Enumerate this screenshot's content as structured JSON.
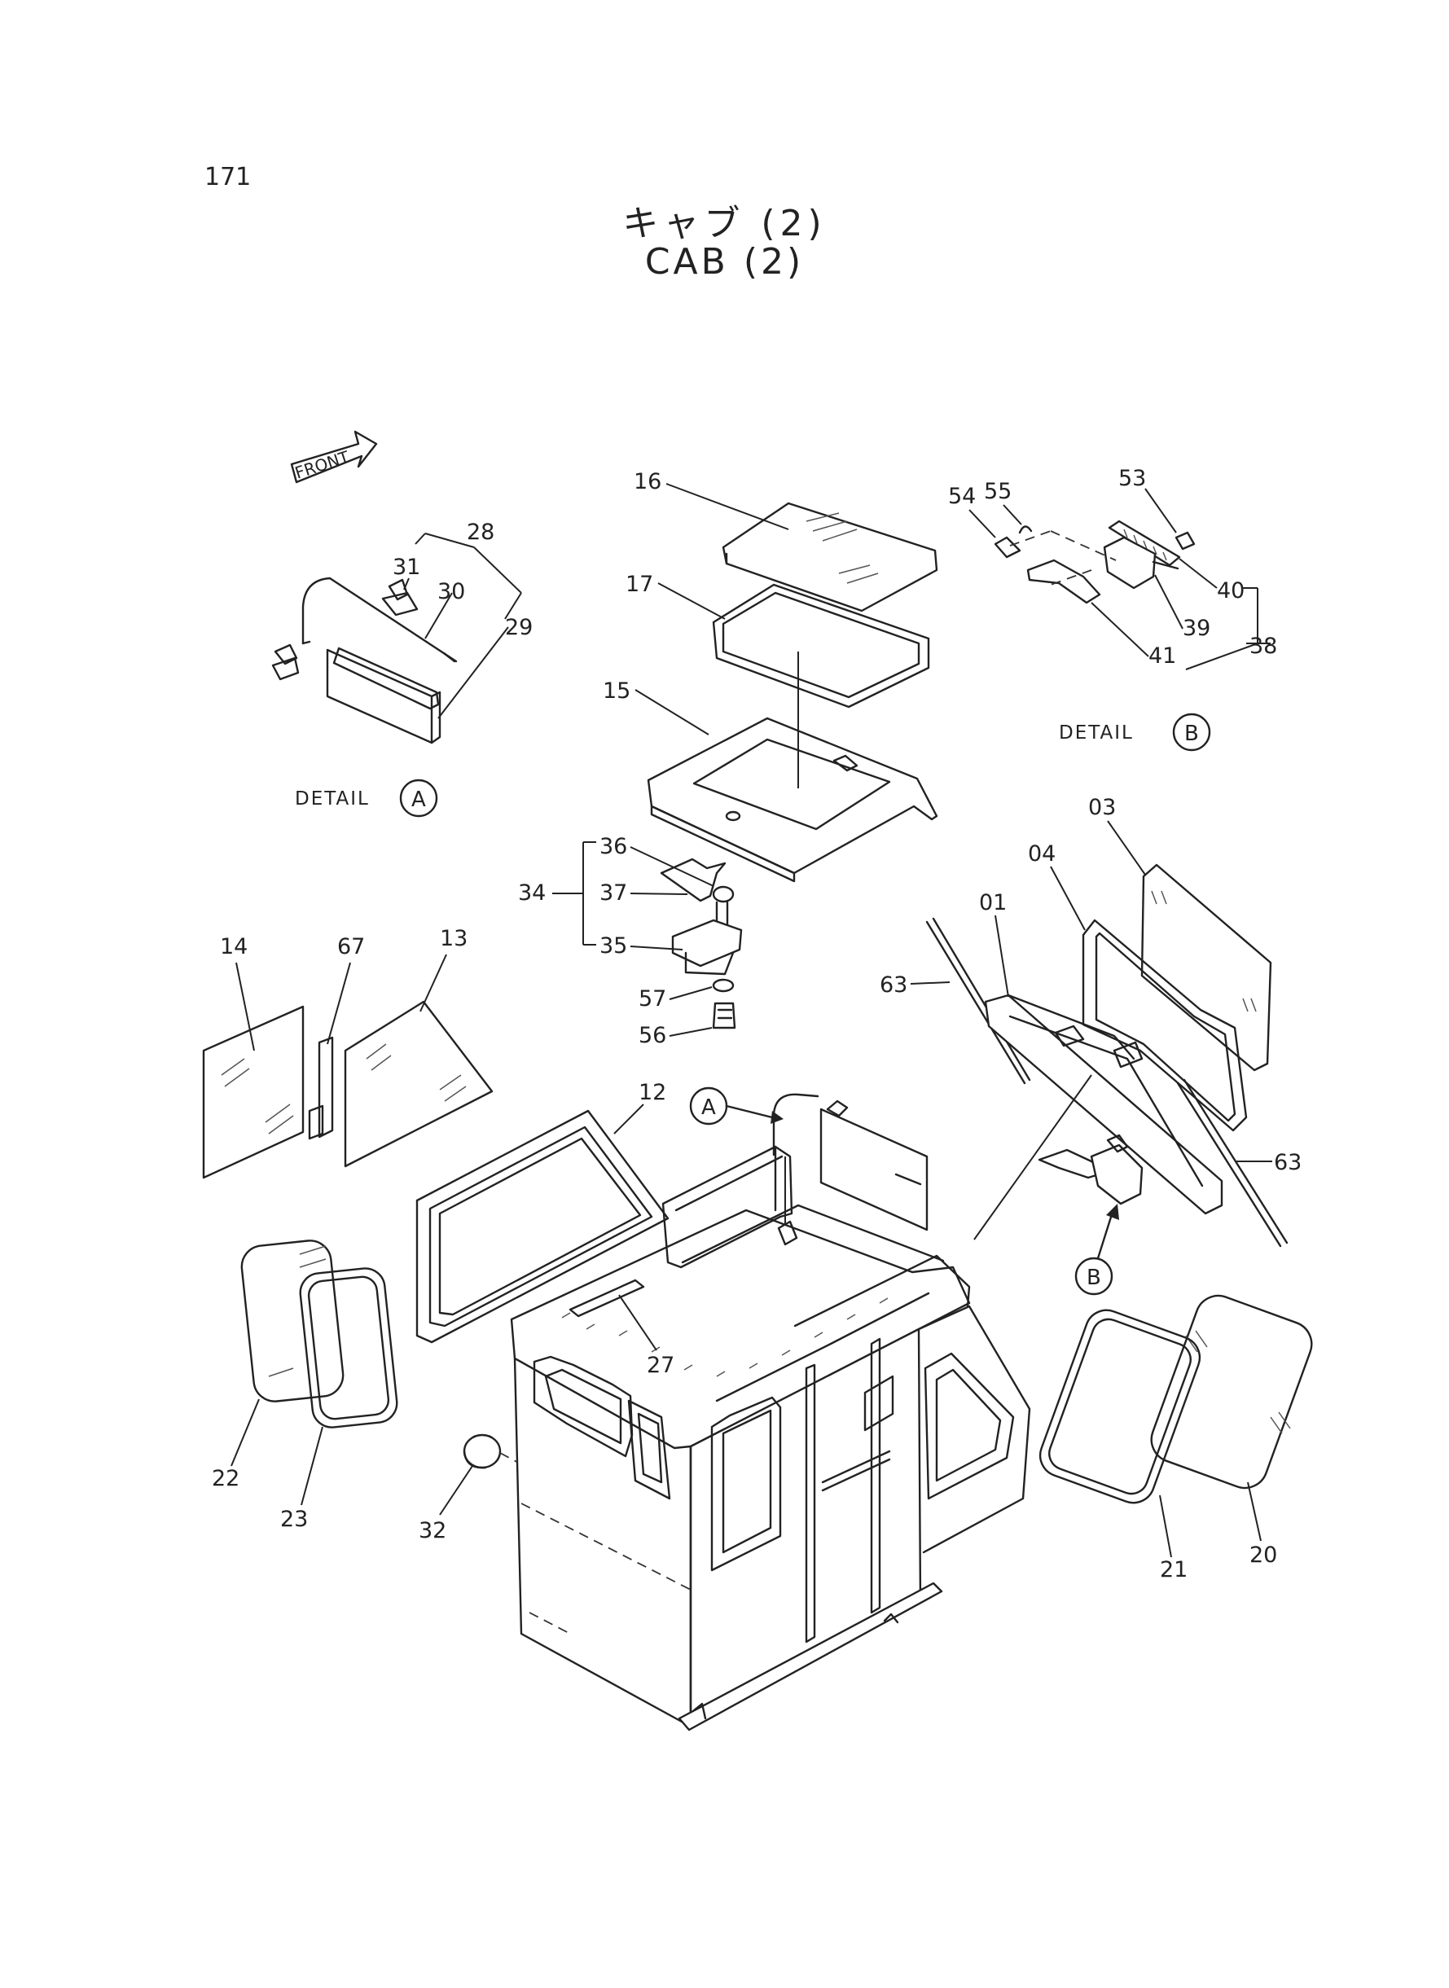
{
  "page_number": "171",
  "title_jp": "キャブ (2)",
  "title_en": "CAB (2)",
  "front_label": "FRONT",
  "detail_word": "DETAIL",
  "detail_a_letter": "A",
  "detail_b_letter": "B",
  "callout_a": "A",
  "callout_b": "B",
  "parts": {
    "p01": "01",
    "p03": "03",
    "p04": "04",
    "p12": "12",
    "p13": "13",
    "p14": "14",
    "p15": "15",
    "p16": "16",
    "p17": "17",
    "p20": "20",
    "p21": "21",
    "p22": "22",
    "p23": "23",
    "p27": "27",
    "p28": "28",
    "p29": "29",
    "p30": "30",
    "p31": "31",
    "p32": "32",
    "p34": "34",
    "p35": "35",
    "p36": "36",
    "p37": "37",
    "p38": "38",
    "p39": "39",
    "p40": "40",
    "p41": "41",
    "p53": "53",
    "p54": "54",
    "p55": "55",
    "p56": "56",
    "p57": "57",
    "p63a": "63",
    "p63b": "63",
    "p67": "67"
  }
}
